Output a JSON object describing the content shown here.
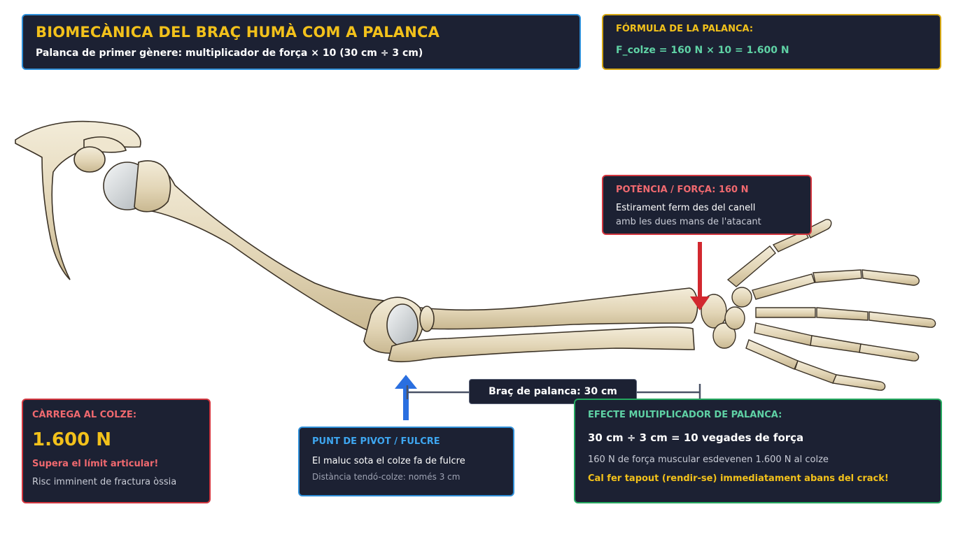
{
  "title": {
    "main": "BIOMECÀNICA DEL BRAÇ HUMÀ COM A PALANCA",
    "subtitle": "Palanca de primer gènere: multiplicador de força × 10 (30 cm ÷ 3 cm)"
  },
  "formula": {
    "heading": "FÓRMULA DE LA PALANCA:",
    "text": "F_colze = 160 N × 10 = 1.600 N"
  },
  "power": {
    "heading": "POTÈNCIA / FORÇA: 160 N",
    "line1": "Estirament ferm des del canell",
    "line2": "amb les dues mans de l'atacant"
  },
  "load": {
    "heading": "CÀRREGA AL COLZE:",
    "value": "1.600 N",
    "warning": "Supera el límit articular!",
    "risk": "Risc imminent de fractura òssia"
  },
  "pivot": {
    "heading": "PUNT DE PIVOT / FULCRE",
    "line1": "El maluc sota el colze fa de fulcre",
    "line2": "Distància tendó-colze: només 3 cm"
  },
  "lever_arm": {
    "label": "Braç de palanca: 30 cm"
  },
  "effect": {
    "heading": "EFECTE MULTIPLICADOR DE PALANCA:",
    "big": "30 cm ÷ 3 cm = 10 vegades de força",
    "line1": "160 N de força muscular esdevenen 1.600 N al colze",
    "warning": "Cal fer tapout (rendir-se) immediatament abans del crack!"
  },
  "colors": {
    "panel_bg": "#1c2133",
    "accent_yellow": "#f2c11b",
    "accent_red": "#d2363f",
    "accent_blue": "#2f8fd8",
    "accent_green": "#25a85f",
    "bone": "#e6dcc3"
  },
  "icons": {
    "force_arrow": "arrow-down-icon",
    "pivot_arrow": "arrow-up-icon"
  }
}
